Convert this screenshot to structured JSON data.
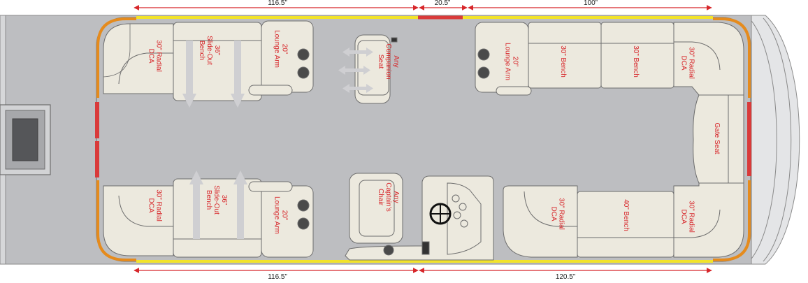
{
  "dimensions": {
    "top_left": "116.5”",
    "top_mid": "20.5”",
    "top_right": "100”",
    "bottom_left": "116.5”",
    "bottom_right": "120.5”"
  },
  "seating": {
    "tl_radial": [
      "30” Radial",
      "DCA"
    ],
    "tl_slideout": [
      "36”",
      "Slide-Out",
      "Bench"
    ],
    "tl_lounge": [
      "20”",
      "Lounge Arm"
    ],
    "companion": [
      "Any",
      "Companion",
      "Seat"
    ],
    "tr_lounge": [
      "20”",
      "Lounge Arm"
    ],
    "tr_bench1": [
      "30” Bench"
    ],
    "tr_bench2": [
      "30” Bench"
    ],
    "tr_radial": [
      "30” Radial",
      "DCA"
    ],
    "gate_seat": [
      "Gate Seat"
    ],
    "bl_radial": [
      "30” Radial",
      "DCA"
    ],
    "bl_slideout": [
      "36”",
      "Slide-Out",
      "Bench"
    ],
    "bl_lounge": [
      "20”",
      "Lounge Arm"
    ],
    "captains": [
      "Any",
      "Captain’s",
      "Chair"
    ],
    "br_radial1": [
      "30” Radial",
      "DCA"
    ],
    "br_bench": [
      "40” Bench"
    ],
    "br_radial2": [
      "30” Radial",
      "DCA"
    ]
  },
  "colors": {
    "deck": "#bdbec1",
    "seat_fill": "#ece9de",
    "seat_stroke": "#6d6d6d",
    "label": "#d7262a",
    "dimension_line": "#d7262a",
    "rail_yellow": "#f2e32a",
    "rail_orange": "#e58b1d",
    "gate_red": "#d93a3a",
    "slide_arrow": "#cfcfd2"
  }
}
